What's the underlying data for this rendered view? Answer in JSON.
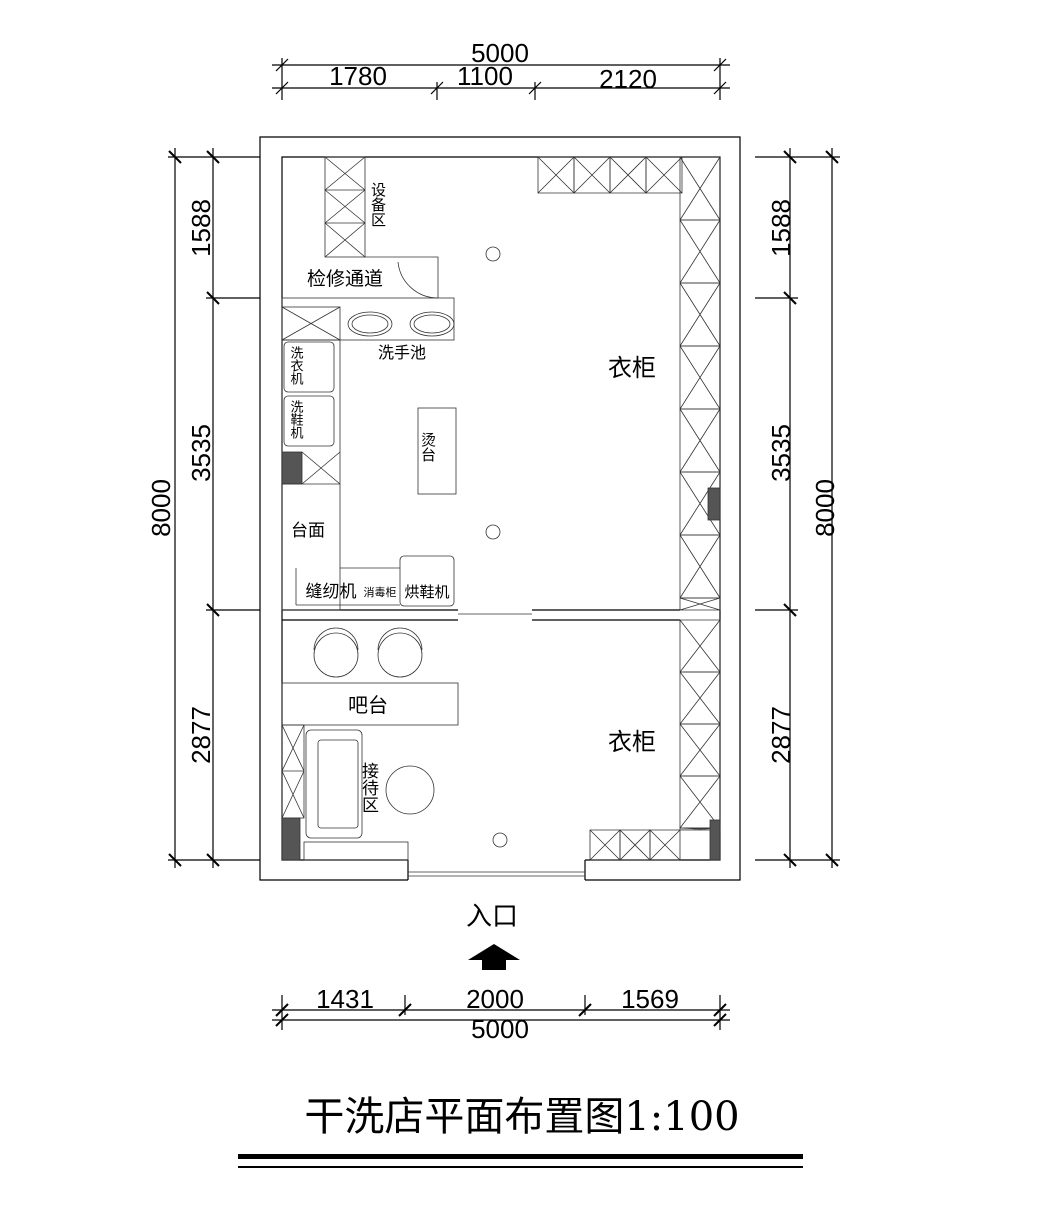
{
  "title": "干洗店平面布置图1:100",
  "dimensions": {
    "top_total": "5000",
    "top_segments": [
      "1780",
      "1100",
      "2120"
    ],
    "bottom_total": "5000",
    "bottom_segments": [
      "1431",
      "2000",
      "1569"
    ],
    "left_total": "8000",
    "left_segments": [
      "1588",
      "3535",
      "2877"
    ],
    "right_total": "8000",
    "right_segments": [
      "1588",
      "3535",
      "2877"
    ]
  },
  "rooms": {
    "equipment_area": "设备区",
    "maintenance_passage": "检修通道",
    "hand_basin": "洗手池",
    "washing_machine": "洗衣机",
    "shoe_washer": "洗鞋机",
    "ironing_table": "烫台",
    "countertop": "台面",
    "sewing_machine": "缝纫机",
    "disinfection_cabinet": "消毒柜",
    "shoe_dryer": "烘鞋机",
    "wardrobe_upper": "衣柜",
    "wardrobe_lower": "衣柜",
    "bar_counter": "吧台",
    "reception_area": "接待区",
    "entrance": "入口"
  }
}
